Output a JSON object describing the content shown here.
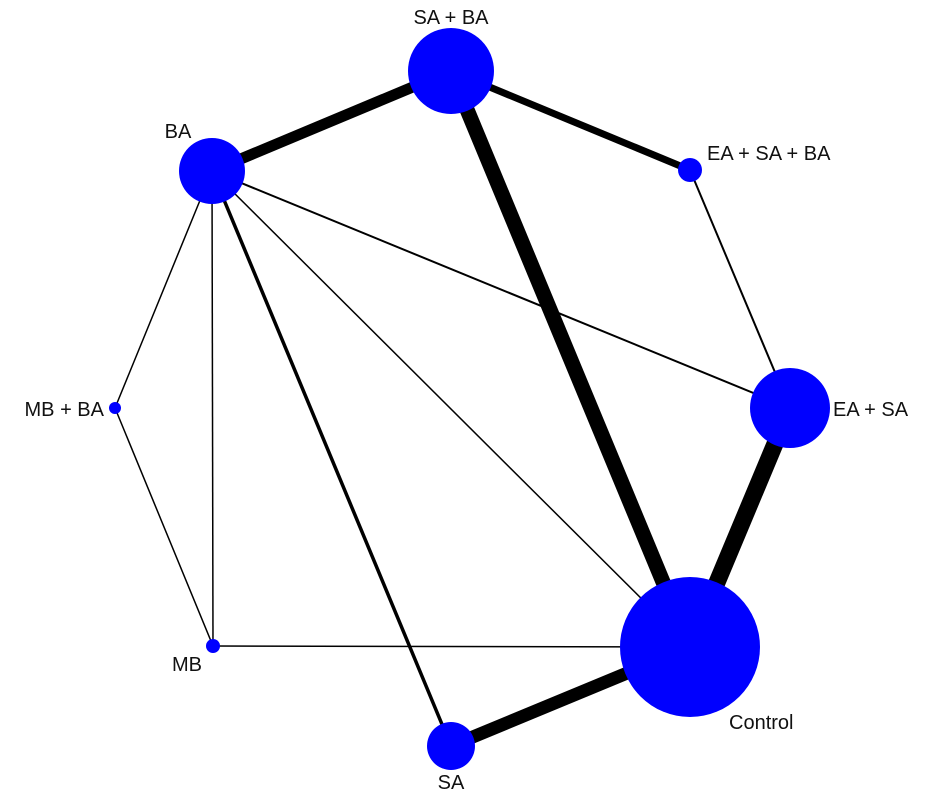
{
  "diagram": {
    "node_color": "#0000ff",
    "edge_color": "#000000",
    "nodes": [
      {
        "id": "sa_ba",
        "label": "SA + BA"
      },
      {
        "id": "ba",
        "label": "BA"
      },
      {
        "id": "ea_sa_ba",
        "label": "EA + SA + BA"
      },
      {
        "id": "mb_ba",
        "label": "MB + BA"
      },
      {
        "id": "ea_sa",
        "label": "EA + SA"
      },
      {
        "id": "mb",
        "label": "MB"
      },
      {
        "id": "control",
        "label": "Control"
      },
      {
        "id": "sa",
        "label": "SA"
      }
    ],
    "edges": [
      {
        "from": "ba",
        "to": "sa_ba"
      },
      {
        "from": "sa_ba",
        "to": "ea_sa_ba"
      },
      {
        "from": "sa_ba",
        "to": "control"
      },
      {
        "from": "ea_sa_ba",
        "to": "ea_sa"
      },
      {
        "from": "ba",
        "to": "ea_sa"
      },
      {
        "from": "ba",
        "to": "mb_ba"
      },
      {
        "from": "ba",
        "to": "mb"
      },
      {
        "from": "ba",
        "to": "sa"
      },
      {
        "from": "ba",
        "to": "control"
      },
      {
        "from": "mb_ba",
        "to": "mb"
      },
      {
        "from": "mb",
        "to": "control"
      },
      {
        "from": "ea_sa",
        "to": "control"
      },
      {
        "from": "sa",
        "to": "control"
      }
    ]
  }
}
